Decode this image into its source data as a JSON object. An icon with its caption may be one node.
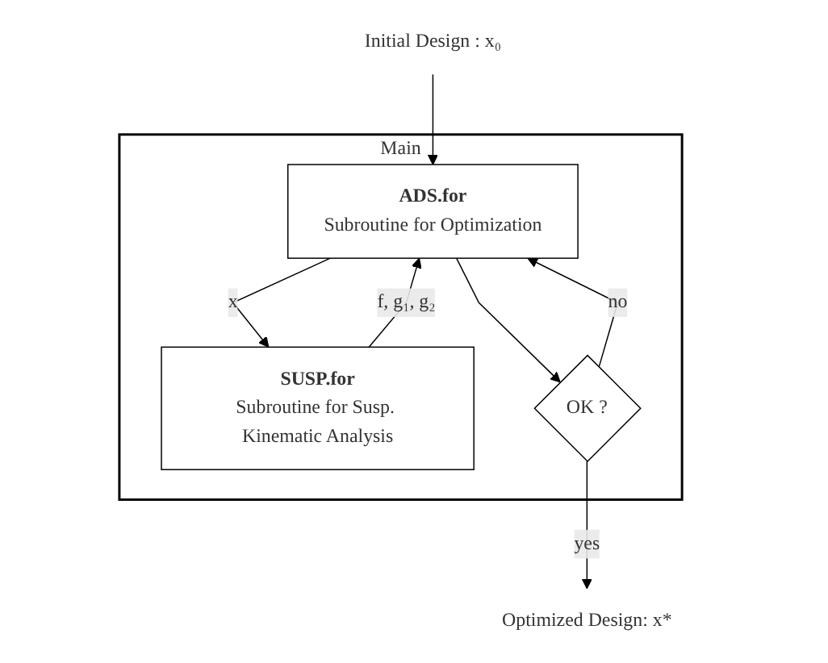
{
  "diagram": {
    "nodes": [
      {
        "text": [
          "Initial Design : x₀"
        ]
      },
      {
        "text": [
          "Main"
        ]
      },
      {
        "text": [
          "ADS.for",
          "Subroutine for Optimization"
        ],
        "in": 1
      },
      {
        "text": [
          "SUSP.for",
          "Subroutine for Susp. Kinematic Analysis"
        ],
        "in": 1
      },
      {
        "text": [
          "OK ?"
        ],
        "in": 1
      },
      {
        "text": [
          "Optimized Design: x*"
        ]
      }
    ],
    "edges": [
      {
        "from": 0,
        "to": 2,
        "arrow": "to"
      },
      {
        "from": 2,
        "to": 3,
        "label": "x",
        "arrow": "to"
      },
      {
        "from": 3,
        "to": 2,
        "label": "f, g₁, g₂",
        "arrow": "to"
      },
      {
        "from": 2,
        "to": 4,
        "arrow": "to"
      },
      {
        "from": 4,
        "to": 2,
        "label": "no",
        "arrow": "to"
      },
      {
        "from": 4,
        "to": 5,
        "label": "yes",
        "arrow": "to"
      }
    ]
  }
}
